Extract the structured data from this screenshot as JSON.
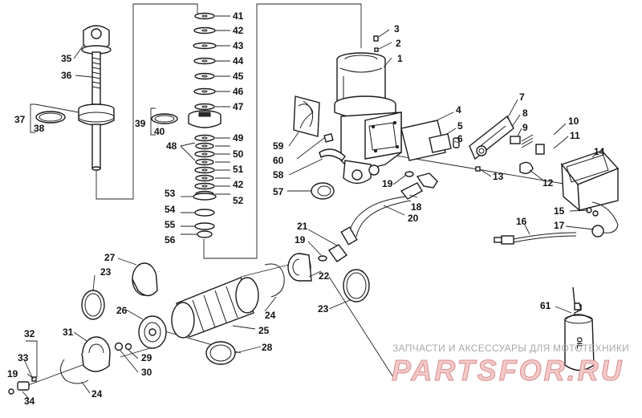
{
  "labels": {
    "l1": "1",
    "l2": "2",
    "l3": "3",
    "l4": "4",
    "l5": "5",
    "l6": "6",
    "l7": "7",
    "l8": "8",
    "l9": "9",
    "l10": "10",
    "l11": "11",
    "l12": "12",
    "l13": "13",
    "l14": "14",
    "l15": "15",
    "l16": "16",
    "l17": "17",
    "l18": "18",
    "l19a": "19",
    "l19b": "19",
    "l19c": "19",
    "l20": "20",
    "l21": "21",
    "l22": "22",
    "l23a": "23",
    "l23b": "23",
    "l24a": "24",
    "l24b": "24",
    "l25": "25",
    "l26": "26",
    "l27": "27",
    "l28": "28",
    "l29": "29",
    "l30": "30",
    "l31": "31",
    "l32": "32",
    "l33": "33",
    "l34": "34",
    "l35": "35",
    "l36": "36",
    "l37": "37",
    "l38": "38",
    "l39": "39",
    "l40": "40",
    "l41": "41",
    "l42a": "42",
    "l42b": "42",
    "l43": "43",
    "l44": "44",
    "l45": "45",
    "l46": "46",
    "l47": "47",
    "l48": "48",
    "l49": "49",
    "l50": "50",
    "l51": "51",
    "l52": "52",
    "l53": "53",
    "l54": "54",
    "l55": "55",
    "l56": "56",
    "l57": "57",
    "l58": "58",
    "l59": "59",
    "l60": "60",
    "l61": "61"
  },
  "oil_bottle_text": "OIL",
  "watermark": {
    "subtitle": "ЗАПЧАСТИ И АКСЕССУАРЫ ДЛЯ МОТОТЕХНИКИ",
    "brand": "PARTSFOR.RU"
  },
  "icons": [
    "oil-bottle-icon"
  ]
}
